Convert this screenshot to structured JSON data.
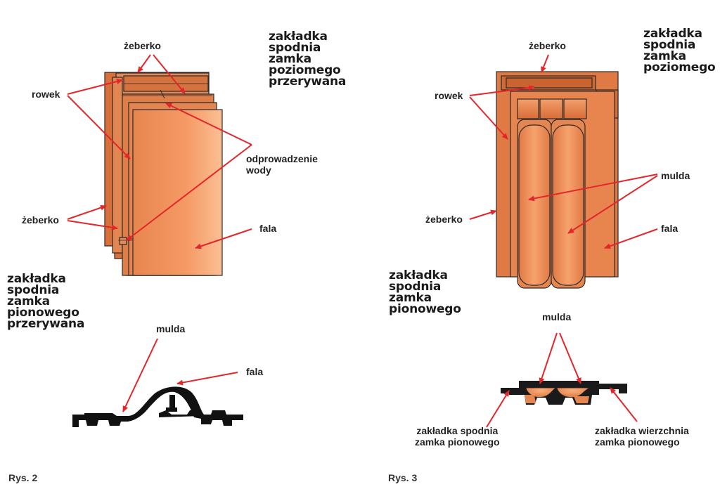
{
  "colors": {
    "tile_light": "#f59a65",
    "tile_mid": "#e8834f",
    "tile_dark": "#d9703c",
    "outline": "#2b2b2b",
    "arrow": "#e3262a",
    "profile": "#111111"
  },
  "fig2": {
    "caption": "Rys. 2",
    "labels": {
      "zeberko_top": "żeberko",
      "rowek": "rowek",
      "odprowadzenie": [
        "odprowadzenie",
        "wody"
      ],
      "zeberko_left": "żeberko",
      "fala": "fala",
      "mulda": "mulda",
      "fala_profile": "fala"
    },
    "horizontal_lap": [
      "zakładka",
      "spodnia",
      "zamka",
      "poziomego",
      "przerywana"
    ],
    "vertical_lap": [
      "zakładka",
      "spodnia",
      "zamka",
      "pionowego",
      "przerywana"
    ]
  },
  "fig3": {
    "caption": "Rys. 3",
    "labels": {
      "zeberko_top": "żeberko",
      "rowek": "rowek",
      "mulda": "mulda",
      "zeberko_left": "żeberko",
      "fala": "fala",
      "mulda_profile": "mulda",
      "lower_lap": [
        "zakładka spodnia",
        "zamka pionowego"
      ],
      "upper_lap": [
        "zakładka wierzchnia",
        "zamka pionowego"
      ]
    },
    "horizontal_lap": [
      "zakładka",
      "spodnia",
      "zamka",
      "poziomego"
    ],
    "vertical_lap": [
      "zakładka",
      "spodnia",
      "zamka",
      "pionowego"
    ]
  }
}
